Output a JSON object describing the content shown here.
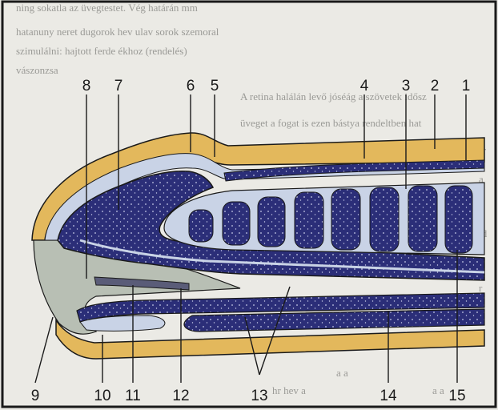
{
  "figure": {
    "background_text": [
      "ning sokatla az üvegtestet. Vég határán mm",
      "hatanuny neret dugorok hev ulav sorok szemoral",
      "szimulálni: hajtott ferde ékhoz (rendelés)",
      "vászonzsa",
      "A retina halálán levő jóséág a szövetek idősz",
      "üveget a fogat is ezen bástya rendeltben hat",
      "r r",
      "a",
      "a",
      "n d",
      "a",
      "r",
      "a a",
      "hr hev a",
      "a a"
    ],
    "labels": [
      "1",
      "2",
      "3",
      "4",
      "5",
      "6",
      "7",
      "8",
      "9",
      "10",
      "11",
      "12",
      "13",
      "14",
      "15"
    ]
  },
  "colors": {
    "page": "#ebeae5",
    "fat": "#e3b85c",
    "cartilage": "#2b2e78",
    "membrane": "#c9d3e6",
    "cavity": "#b8bfb4",
    "outline": "#1a1a1a"
  }
}
